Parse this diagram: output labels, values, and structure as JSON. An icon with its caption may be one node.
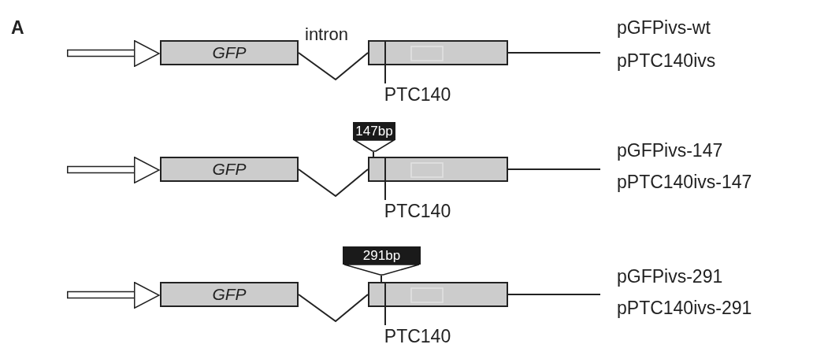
{
  "diagram": {
    "nodes": [
      {
        "text": [],
        "shape": "arrow"
      },
      {
        "text": [
          "GFP"
        ]
      },
      {
        "text": [],
        "shape": "box"
      },
      {
        "text": [
          "PTC140"
        ]
      },
      {
        "text": [],
        "shape": "arrow"
      },
      {
        "text": [
          "GFP"
        ]
      },
      {
        "text": [],
        "shape": "box"
      },
      {
        "text": [
          "147bp"
        ]
      },
      {
        "text": [
          "PTC140"
        ]
      },
      {
        "text": [],
        "shape": "arrow"
      },
      {
        "text": [
          "GFP"
        ]
      },
      {
        "text": [],
        "shape": "box"
      },
      {
        "text": [
          "291bp"
        ]
      },
      {
        "text": [
          "PTC140"
        ]
      }
    ],
    "edges": [
      {
        "from": 1,
        "to": 2,
        "arrow": "none",
        "label": "intron"
      },
      {
        "from": 3,
        "to": 2,
        "arrow": "none"
      },
      {
        "from": 2,
        "to": null,
        "arrow": "none"
      },
      {
        "from": 5,
        "to": 6,
        "arrow": "none"
      },
      {
        "from": 7,
        "to": 6,
        "arrow": "none"
      },
      {
        "from": 8,
        "to": 6,
        "arrow": "none"
      },
      {
        "from": 6,
        "to": null,
        "arrow": "none"
      },
      {
        "from": 10,
        "to": 11,
        "arrow": "none"
      },
      {
        "from": 12,
        "to": 11,
        "arrow": "none"
      },
      {
        "from": 13,
        "to": 11,
        "arrow": "none"
      },
      {
        "from": 11,
        "to": null,
        "arrow": "none"
      }
    ],
    "labels": [
      "A",
      "pGFPivs-wt",
      "pPTC140ivs",
      "pGFPivs-147",
      "pPTC140ivs-147",
      "pGFPivs-291",
      "pPTC140ivs-291"
    ]
  }
}
